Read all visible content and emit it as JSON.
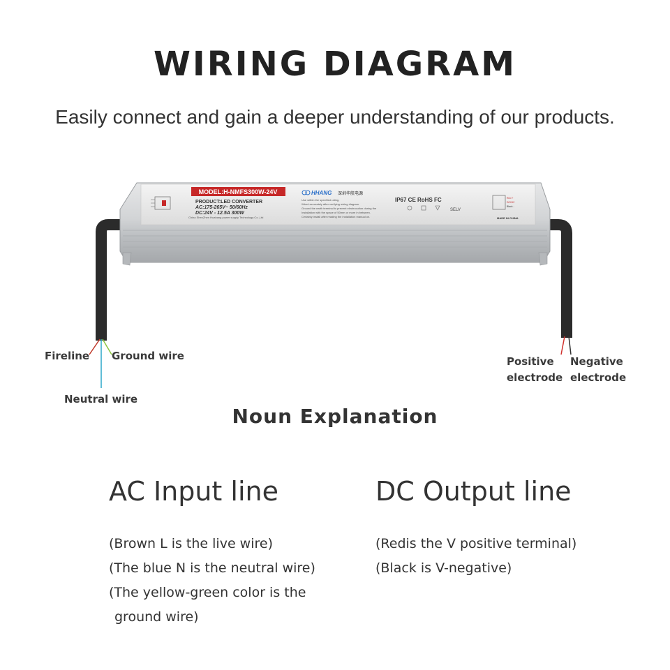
{
  "header": {
    "title": "WIRING DIAGRAM",
    "subtitle": "Easily connect and gain a deeper understanding of our products."
  },
  "product": {
    "model_banner": "MODEL:H-NMFS300W-24V",
    "product_line": "PRODUCT:LED CONVERTER",
    "ac_rating": "AC:175-265V~ 50/60Hz",
    "dc_rating": "DC:24V - 12.5A  300W",
    "maker": "China ShenZhen Huahang power supply Technology Co.,Ltd",
    "brand": "HHANG",
    "brand_cn": "深圳华航电源",
    "notes": [
      "Use within the specified rating.",
      "Wired accurately after verifying wiring diagram.",
      "Ground the earth terminal to prevent electrocution during the",
      "Installation with the space of 50mm or more in between.",
      "Certainly install after reading the installation manual on."
    ],
    "certs": "IP67  CE  RoHS  FC",
    "selv": "SELV",
    "made_in": "MADE IN CHINA",
    "out_red": "Red +",
    "out_dc": "DC24V",
    "out_black": "Black -"
  },
  "wires": {
    "fireline": "Fireline",
    "ground": "Ground wire",
    "neutral": "Neutral wire",
    "positive_1": "Positive",
    "positive_2": "electrode",
    "negative_1": "Negative",
    "negative_2": "electrode",
    "colors": {
      "fire": "#c0392b",
      "ground": "#8cc63f",
      "neutral": "#2aa7c9",
      "positive": "#d0312d",
      "negative": "#333333",
      "cable": "#2b2b2b",
      "housing": "#c9cbcd",
      "banner": "#c62828"
    }
  },
  "noun": {
    "title": "Noun Explanation",
    "ac_head": "AC Input line",
    "ac_lines": [
      "(Brown L is the live wire)",
      "(The blue N is the neutral wire)",
      "(The yellow-green color is the",
      " ground wire)"
    ],
    "dc_head": "DC Output line",
    "dc_lines": [
      "(Redis the V positive terminal)",
      "(Black is V-negative)"
    ]
  }
}
